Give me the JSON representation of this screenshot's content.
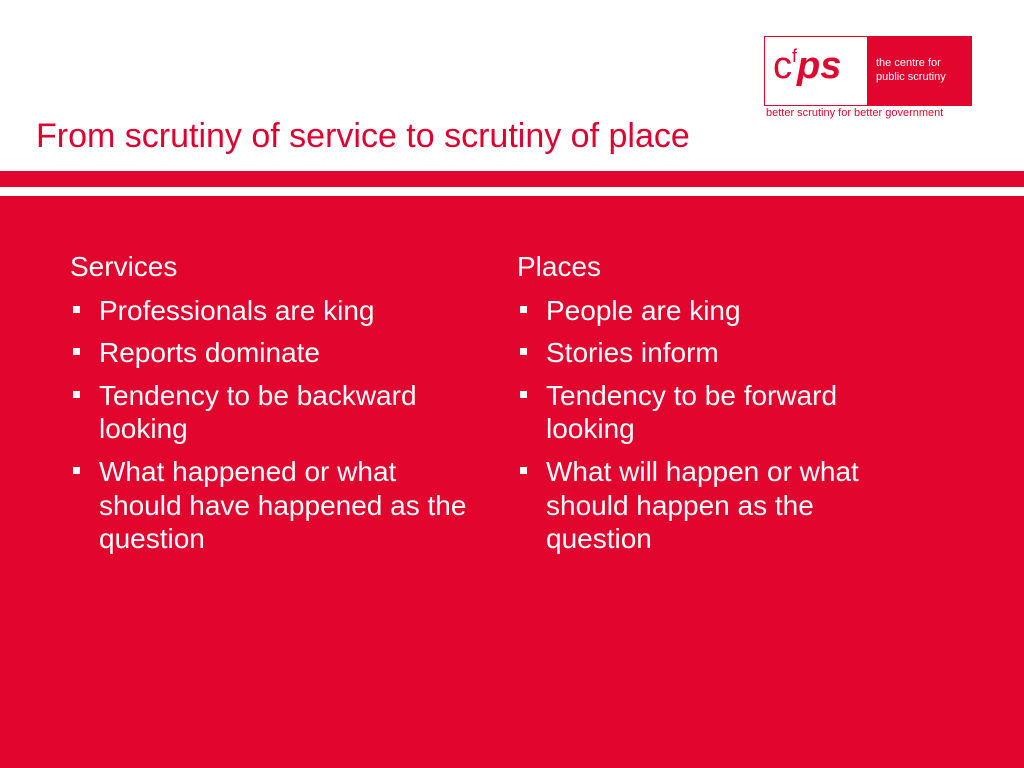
{
  "slide": {
    "title": "From scrutiny of service to scrutiny of place"
  },
  "logo": {
    "mark_c": "c",
    "mark_f": "f",
    "mark_ps": "ps",
    "line1": "the centre for",
    "line2": "public scrutiny",
    "tagline": "better scrutiny for better government"
  },
  "left": {
    "heading": "Services",
    "items": [
      "Professionals are king",
      "Reports dominate",
      "Tendency to be backward looking",
      "What happened or what should have happened as the question"
    ]
  },
  "right": {
    "heading": "Places",
    "items": [
      "People are king",
      "Stories inform",
      "Tendency to be forward looking",
      "What will happen or what should happen as the question"
    ]
  },
  "colors": {
    "accent": "#e2062f",
    "background": "#ffffff",
    "panel_text": "#ffffff"
  }
}
